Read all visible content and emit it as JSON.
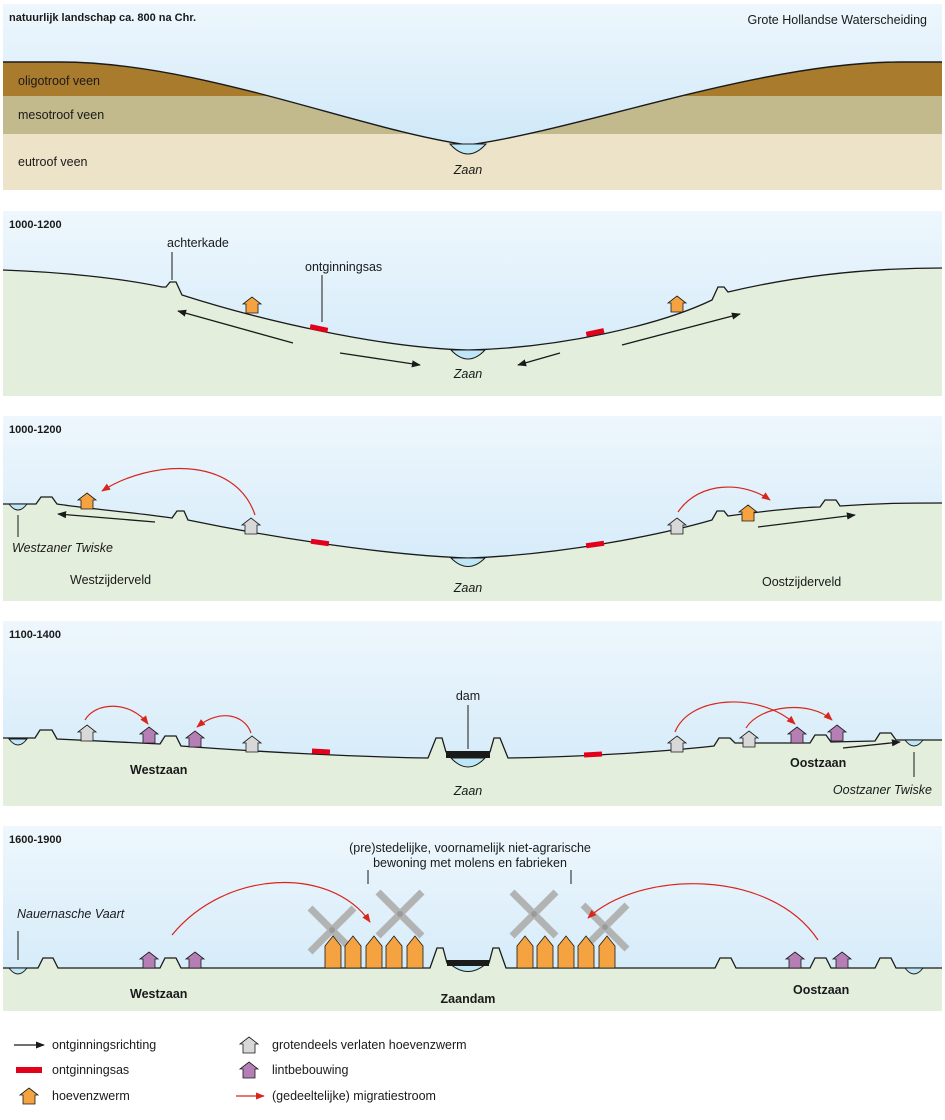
{
  "panel1": {
    "title": "natuurlijk landschap ca. 800 na Chr.",
    "subtitle": "Grote Hollandse Waterscheiding",
    "layers": [
      "oligotroof veen",
      "mesotroof veen",
      "eutroof veen"
    ],
    "river": "Zaan",
    "colors": {
      "oligotroof": "#a97b2c",
      "mesotroof": "#c2b98c",
      "eutroof": "#ece3c8"
    }
  },
  "panel2": {
    "period": "1000-1200",
    "labels": {
      "achterkade": "achterkade",
      "ontginningsas": "ontginningsas"
    },
    "river": "Zaan"
  },
  "panel3": {
    "period": "1000-1200",
    "labels": {
      "westzaner_twiske": "Westzaner Twiske",
      "westzijderveld": "Westzijderveld",
      "oostzijderveld": "Oostzijderveld"
    },
    "river": "Zaan"
  },
  "panel4": {
    "period": "1100-1400",
    "labels": {
      "dam": "dam",
      "westzaan": "Westzaan",
      "oostzaan": "Oostzaan",
      "oostzaner_twiske": "Oostzaner Twiske"
    },
    "river": "Zaan"
  },
  "panel5": {
    "period": "1600-1900",
    "annotation_line1": "(pre)stedelijke, voornamelijk niet-agrarische",
    "annotation_line2": "bewoning met molens en fabrieken",
    "labels": {
      "nauernasche_vaart": "Nauernasche Vaart",
      "westzaan": "Westzaan",
      "zaandam": "Zaandam",
      "oostzaan": "Oostzaan"
    }
  },
  "legend": {
    "ontginningsrichting": "ontginningsrichting",
    "ontginningsas": "ontginningsas",
    "hoevenzwerm": "hoevenzwerm",
    "verlaten": "grotendeels verlaten hoevenzwerm",
    "lintbebouwing": "lintbebouwing",
    "migratiestroom": "(gedeeltelijke) migratiestroom"
  },
  "colors": {
    "sky": "#dceefa",
    "land": "#e3eedc",
    "water": "#bfe6f7",
    "axis_red": "#e2001a",
    "house_orange": "#f4a340",
    "house_purple": "#b57fb6",
    "house_grey": "#d8d8d8",
    "arrow_red": "#d9261c"
  }
}
